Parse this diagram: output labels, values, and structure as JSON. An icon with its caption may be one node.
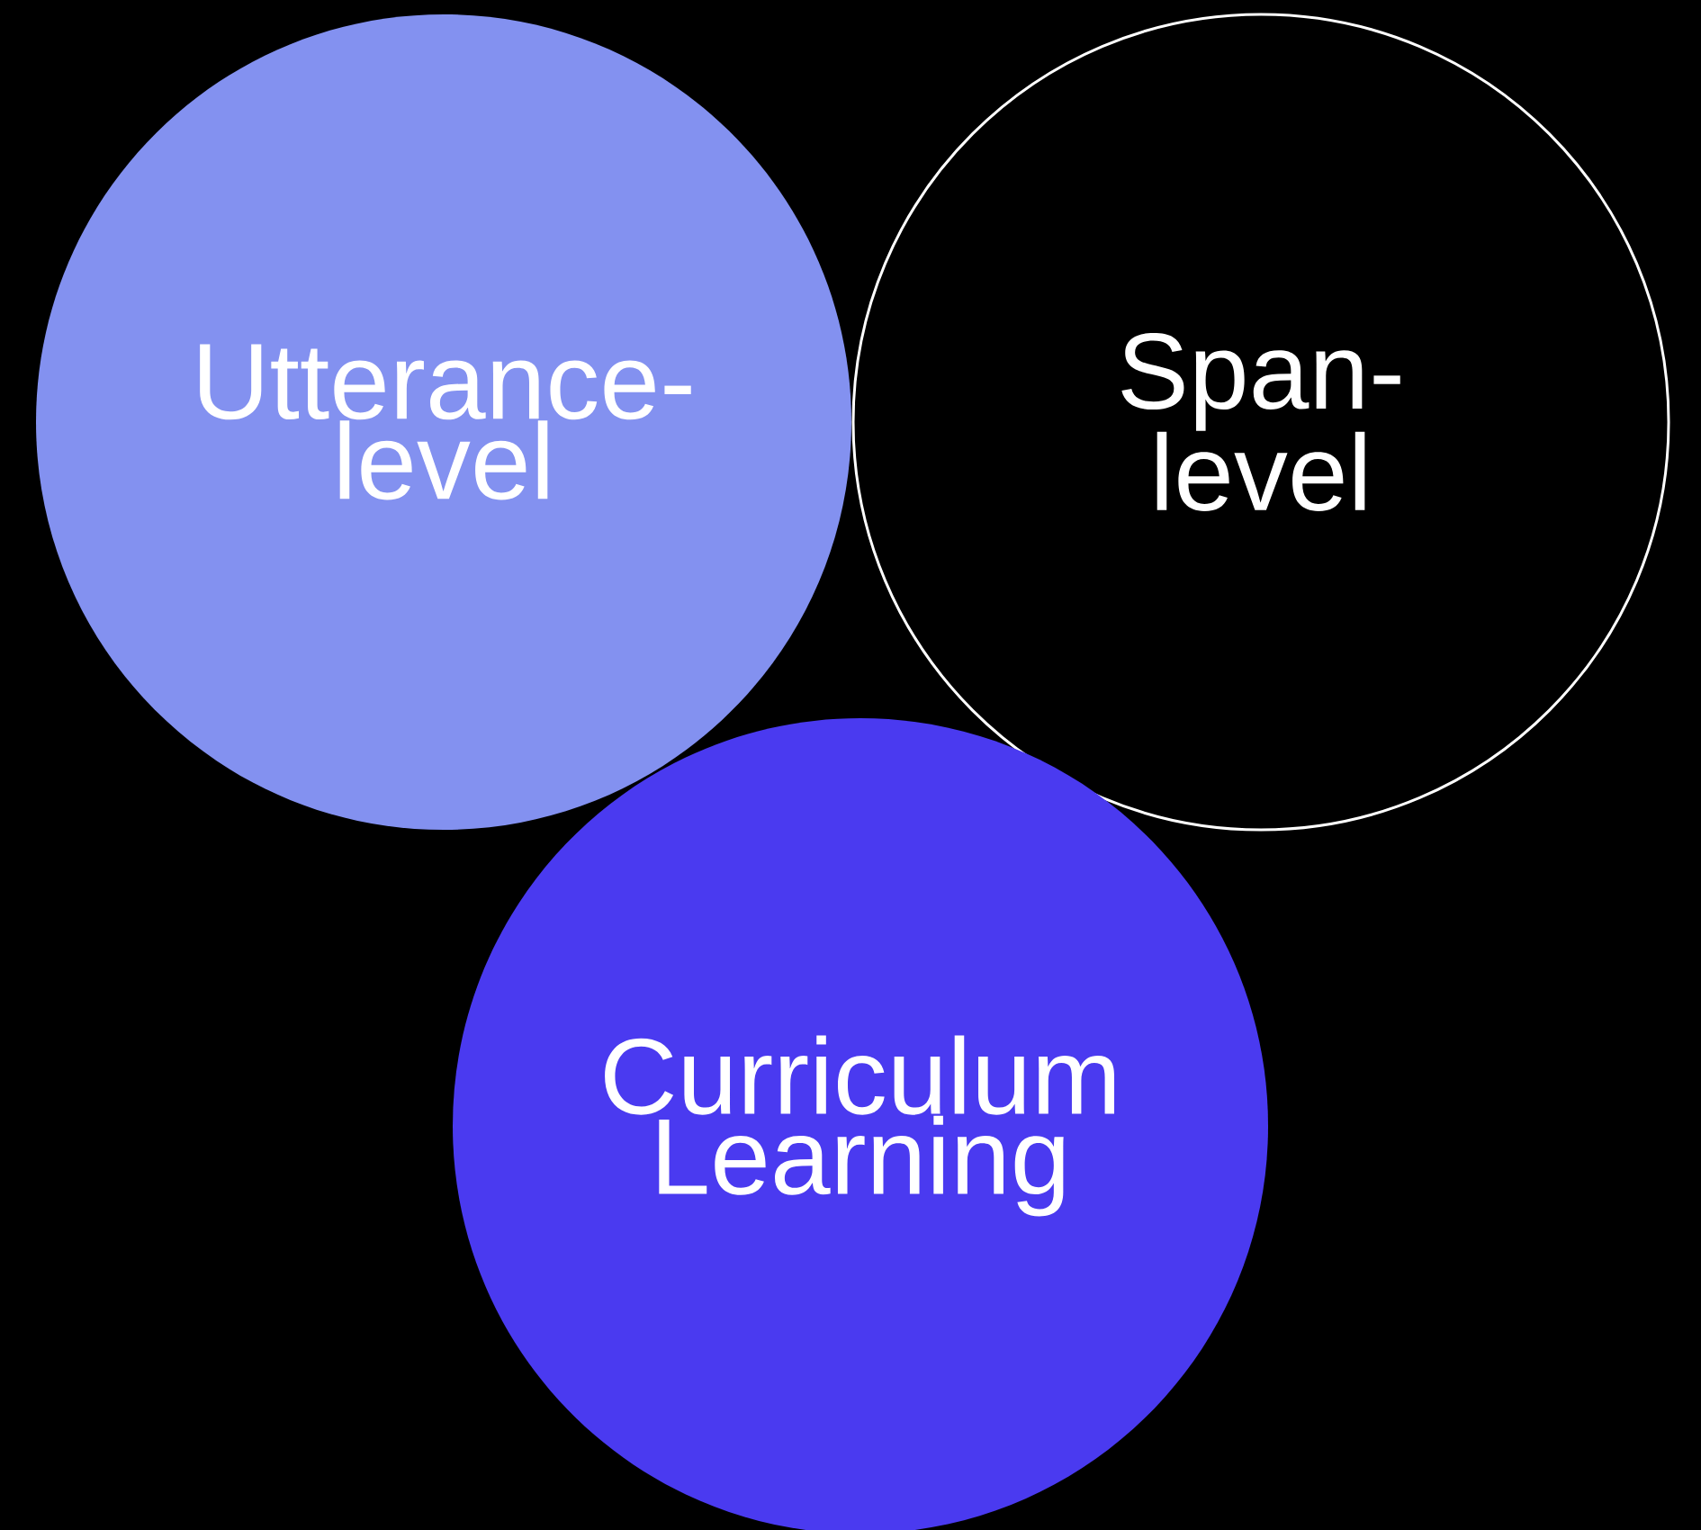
{
  "diagram": {
    "nodes": [
      {
        "text": [
          "Utterance-level"
        ]
      },
      {
        "text": [
          "Span-level"
        ]
      },
      {
        "text": [
          "Curriculum Learning"
        ]
      }
    ]
  }
}
